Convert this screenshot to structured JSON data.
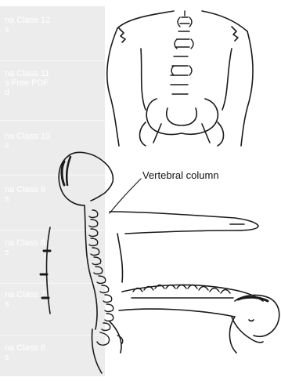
{
  "sidebar": {
    "items": [
      {
        "lines": [
          "na Class 12",
          "s"
        ]
      },
      {
        "lines": [
          "na Class 11",
          "s Free PDF",
          "d"
        ]
      },
      {
        "lines": [
          "na Class 10",
          "s"
        ]
      },
      {
        "lines": [
          "na Class 9",
          "s"
        ]
      },
      {
        "lines": [
          "na Class 8",
          "s"
        ]
      },
      {
        "lines": [
          "na Class 7",
          "s"
        ]
      },
      {
        "lines": [
          "na Class 6",
          "s"
        ]
      }
    ]
  },
  "figure": {
    "label": "Vertebral column"
  }
}
